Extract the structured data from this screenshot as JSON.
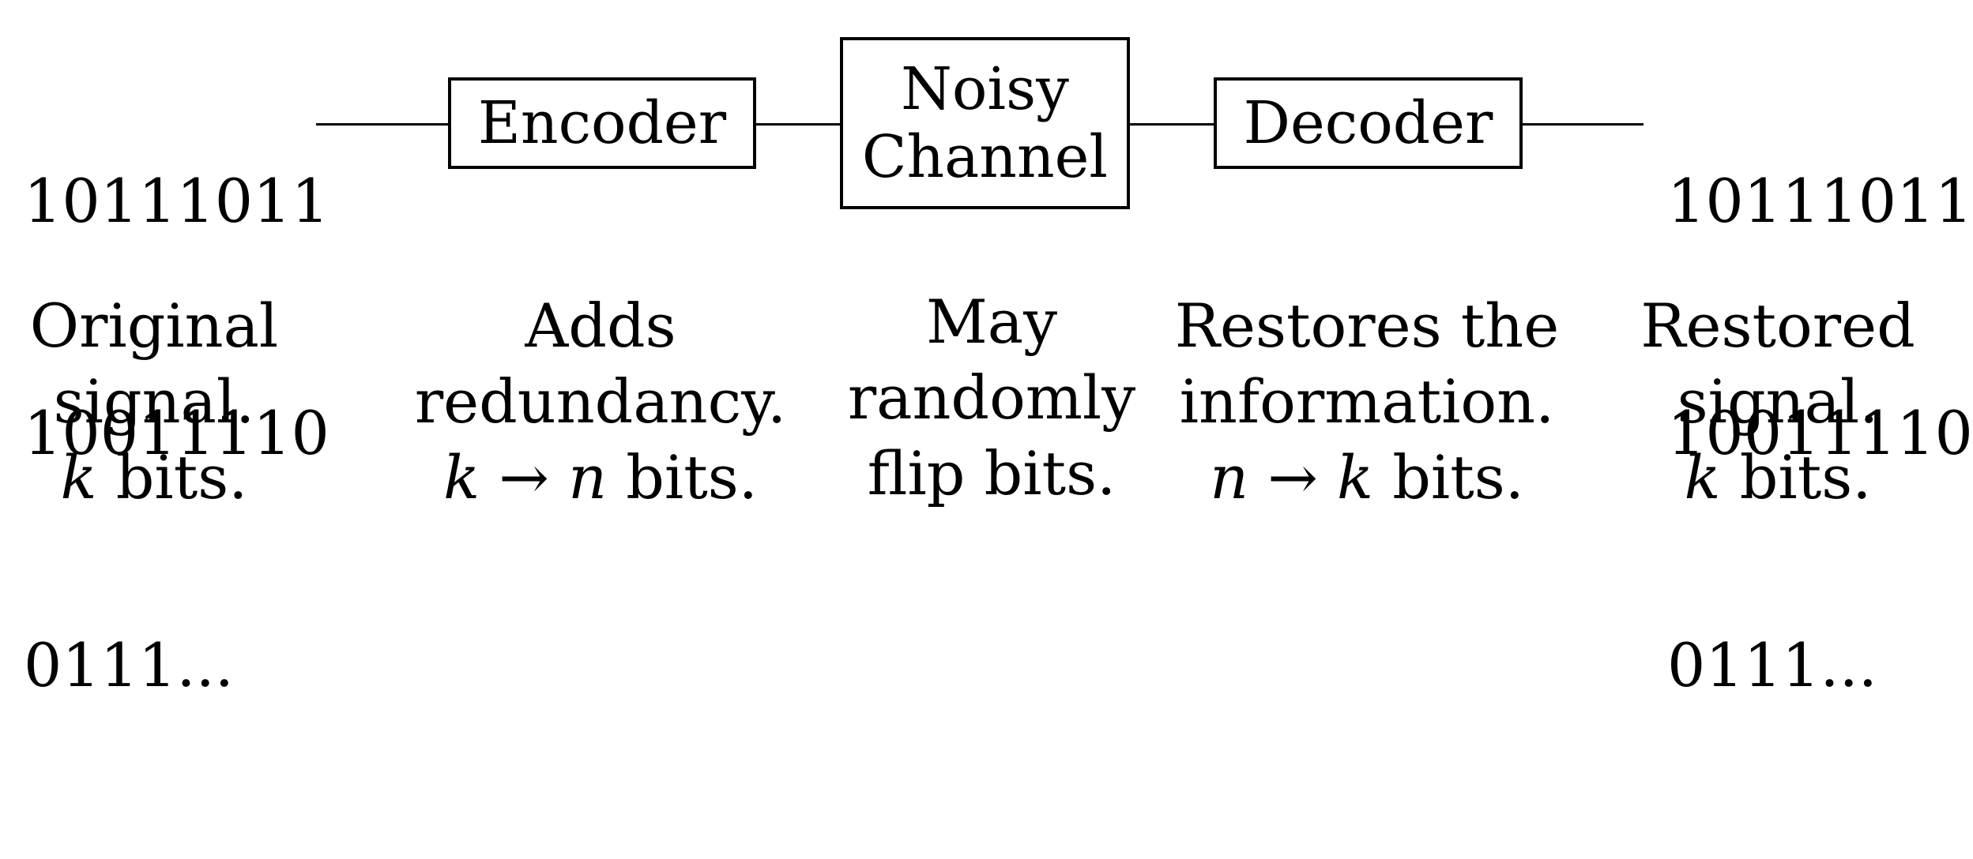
{
  "input": {
    "lines": [
      "10111011",
      "10011110",
      "0111..."
    ]
  },
  "output": {
    "lines": [
      "10111011",
      "10011110",
      "0111..."
    ]
  },
  "blocks": {
    "encoder": {
      "label": "Encoder"
    },
    "channel": {
      "line1": "Noisy",
      "line2": "Channel"
    },
    "decoder": {
      "label": "Decoder"
    }
  },
  "captions": {
    "original": {
      "line1": "Original",
      "line2": "signal.",
      "var": "k",
      "rest": " bits."
    },
    "encoder": {
      "line1": "Adds",
      "line2": "redundancy.",
      "var_from": "k",
      "arrow": " → ",
      "var_to": "n",
      "rest": " bits."
    },
    "channel": {
      "line1": "May",
      "line2": "randomly",
      "line3": "flip bits."
    },
    "decoder": {
      "line1": "Restores the",
      "line2": "information.",
      "var_from": "n",
      "arrow": " → ",
      "var_to": "k",
      "rest": " bits."
    },
    "restored": {
      "line1": "Restored",
      "line2": "signal.",
      "var": "k",
      "rest": " bits."
    }
  }
}
